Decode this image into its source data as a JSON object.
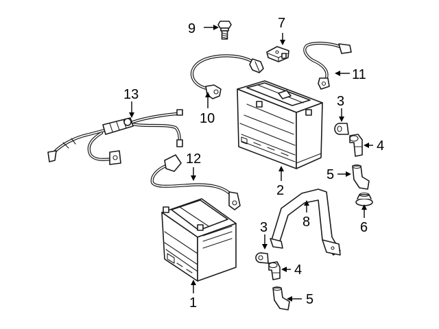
{
  "diagram": {
    "callouts": [
      {
        "id": "c9",
        "label": "9"
      },
      {
        "id": "c7",
        "label": "7"
      },
      {
        "id": "c11",
        "label": "11"
      },
      {
        "id": "c10",
        "label": "10"
      },
      {
        "id": "c13",
        "label": "13"
      },
      {
        "id": "c3a",
        "label": "3"
      },
      {
        "id": "c4a",
        "label": "4"
      },
      {
        "id": "c2",
        "label": "2"
      },
      {
        "id": "c5a",
        "label": "5"
      },
      {
        "id": "c6",
        "label": "6"
      },
      {
        "id": "c12",
        "label": "12"
      },
      {
        "id": "c8",
        "label": "8"
      },
      {
        "id": "c3b",
        "label": "3"
      },
      {
        "id": "c4b",
        "label": "4"
      },
      {
        "id": "c5b",
        "label": "5"
      },
      {
        "id": "c1",
        "label": "1"
      }
    ]
  },
  "colors": {
    "ink": "#1a1a1a",
    "background": "#ffffff"
  }
}
